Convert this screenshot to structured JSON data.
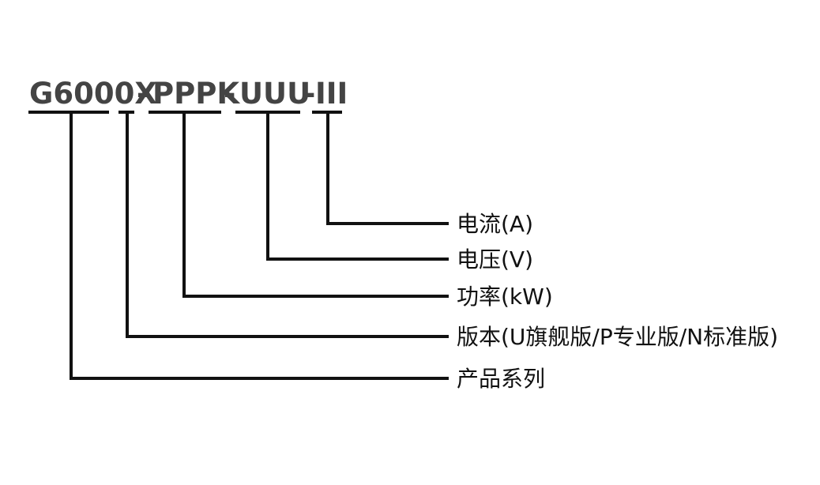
{
  "model_code": {
    "series": "G6000X",
    "sep1": "-",
    "power": "PPPK",
    "sep2": "-",
    "voltage": "UUU",
    "sep3": "-",
    "current": "III"
  },
  "labels": {
    "current": "电流(A)",
    "voltage": "电压(V)",
    "power": "功率(kW)",
    "version": "版本(U旗舰版/P专业版/N标准版)",
    "series": "产品系列"
  },
  "colors": {
    "model_text": "#444444",
    "lines": "#111111",
    "labels": "#111111"
  }
}
